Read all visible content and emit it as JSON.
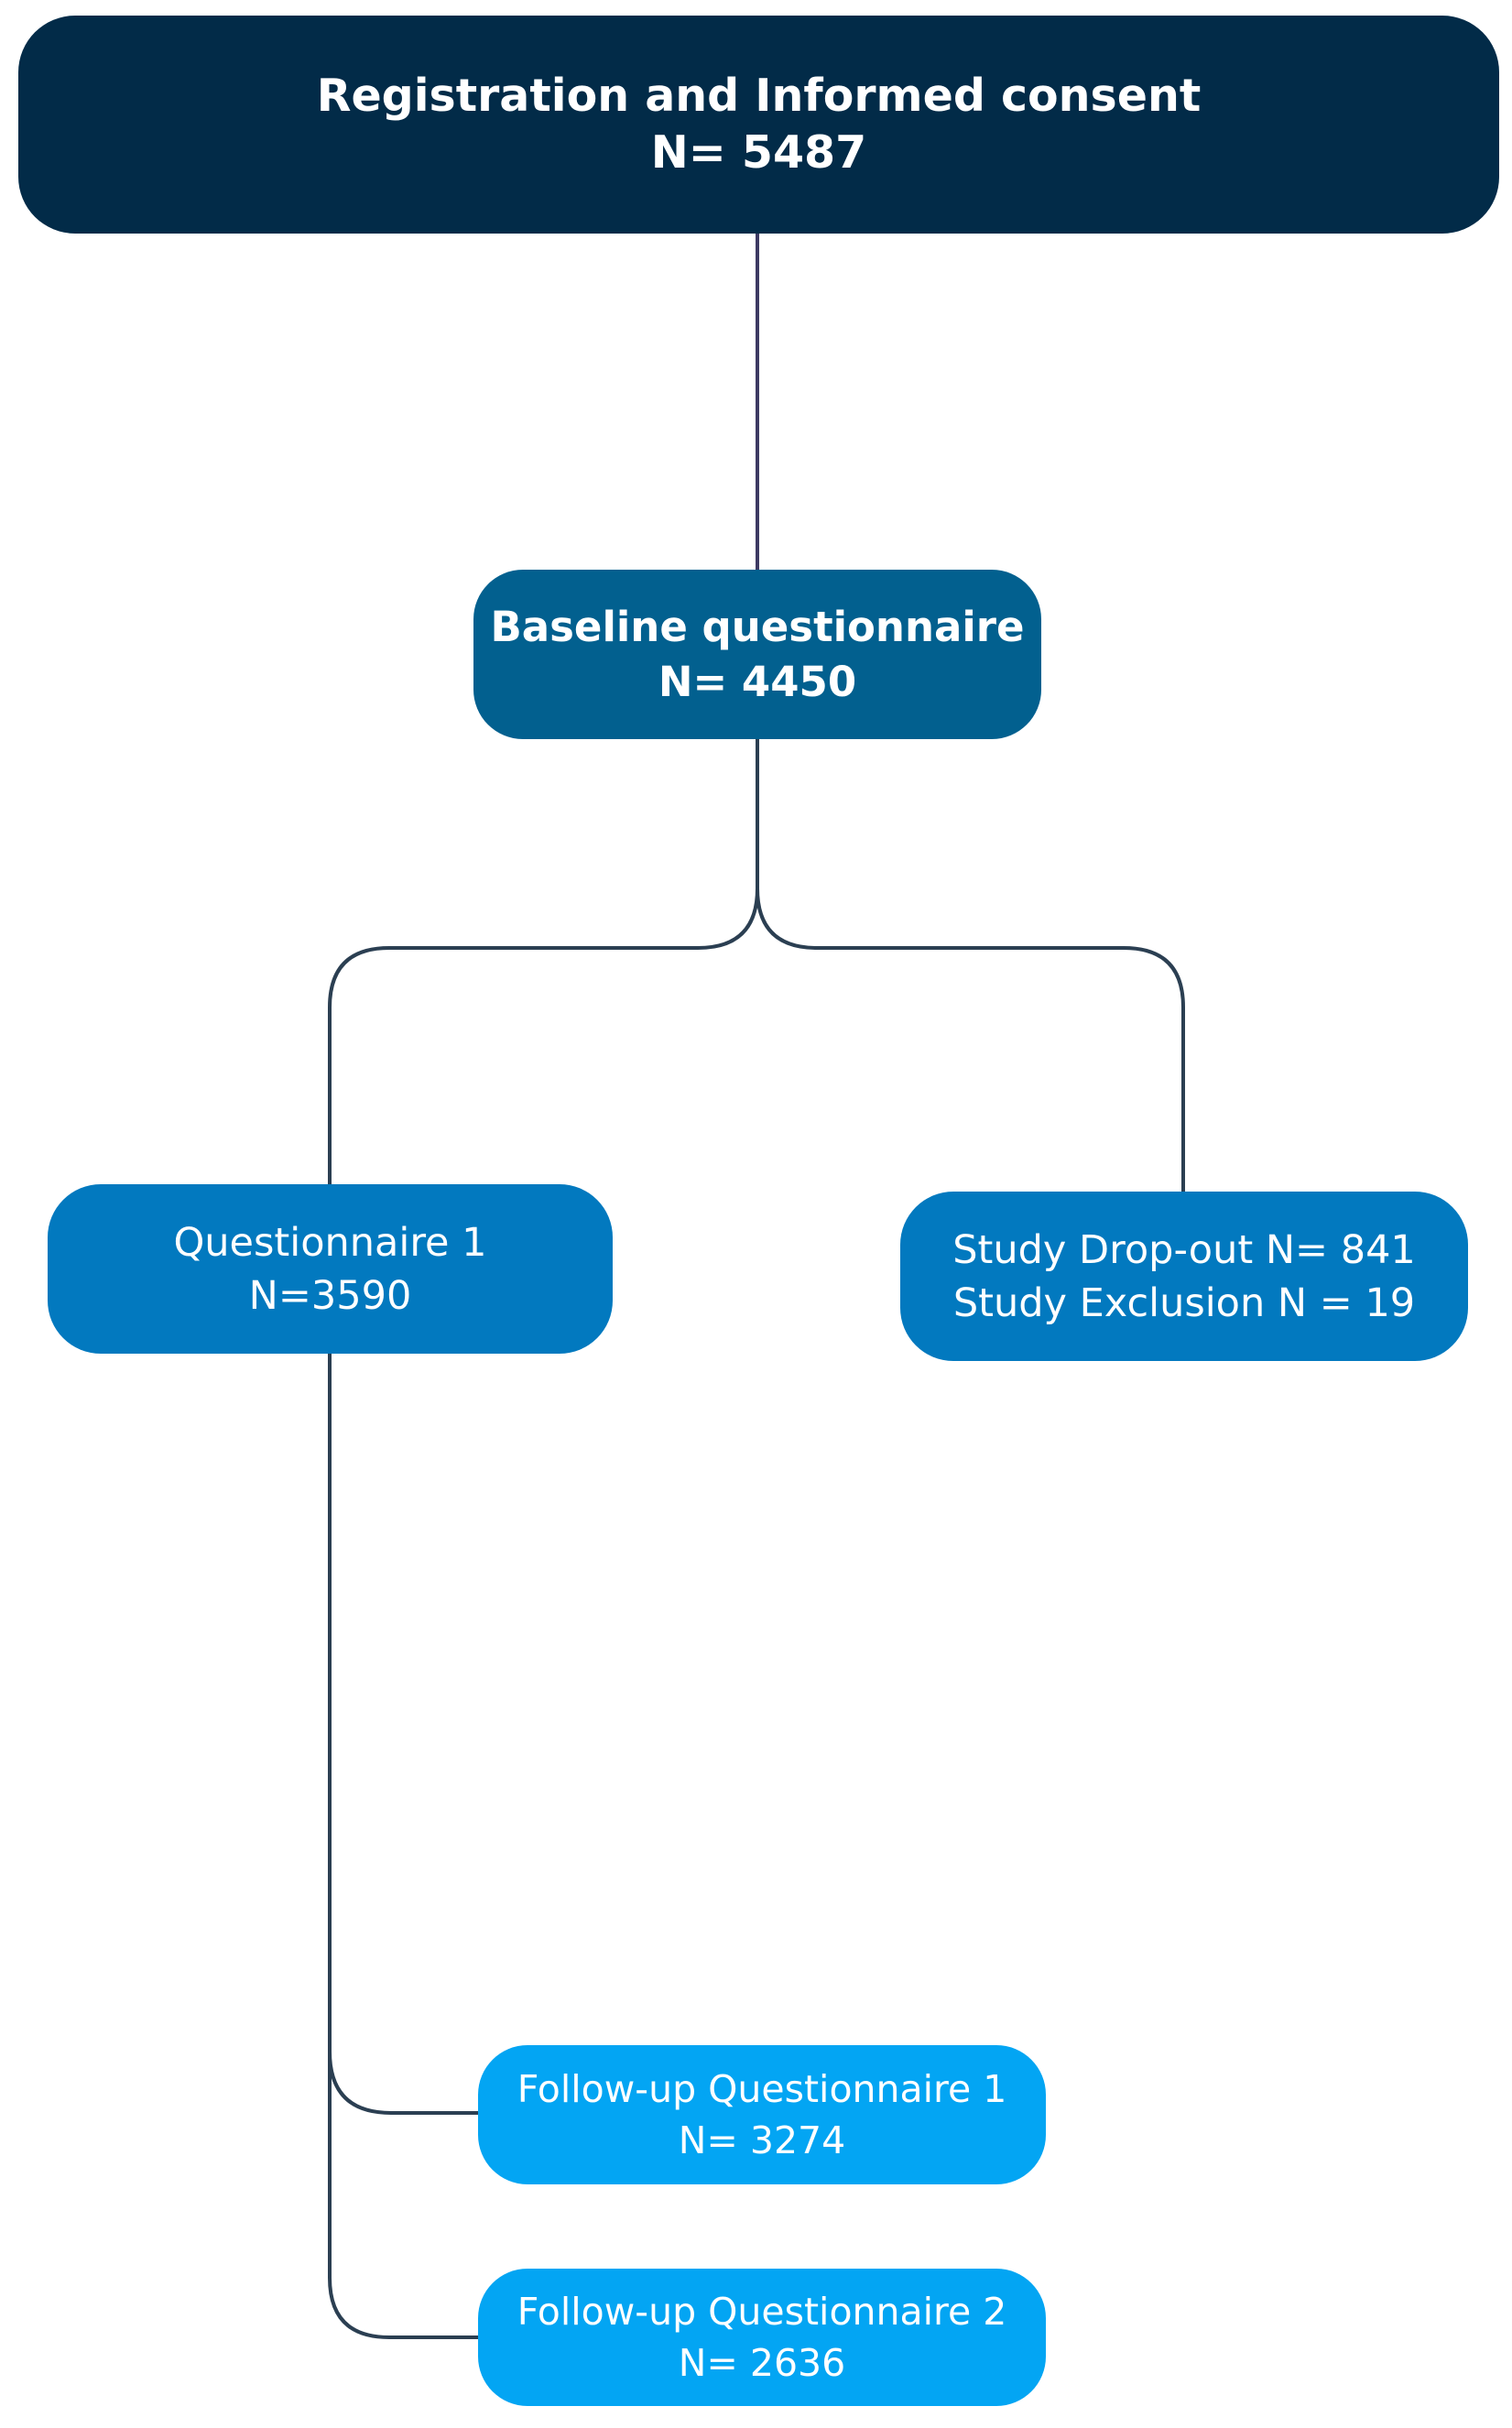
{
  "nodes": {
    "registration": {
      "line1": "Registration and Informed consent",
      "line2": "N= 5487"
    },
    "baseline": {
      "line1": "Baseline questionnaire",
      "line2": "N= 4450"
    },
    "questionnaire1": {
      "line1": "Questionnaire 1",
      "line2": "N=3590"
    },
    "dropout": {
      "line1": "Study Drop-out N= 841",
      "line2": "Study Exclusion N = 19"
    },
    "followup1": {
      "line1": "Follow-up Questionnaire 1",
      "line2": "N= 3274"
    },
    "followup2": {
      "line1": "Follow-up Questionnaire 2",
      "line2": "N= 2636"
    }
  },
  "colors": {
    "registration": "#022b48",
    "baseline": "#02608f",
    "questionnaire": "#0279bf",
    "followup": "#03a5f3",
    "connector": "#2b3f52"
  }
}
